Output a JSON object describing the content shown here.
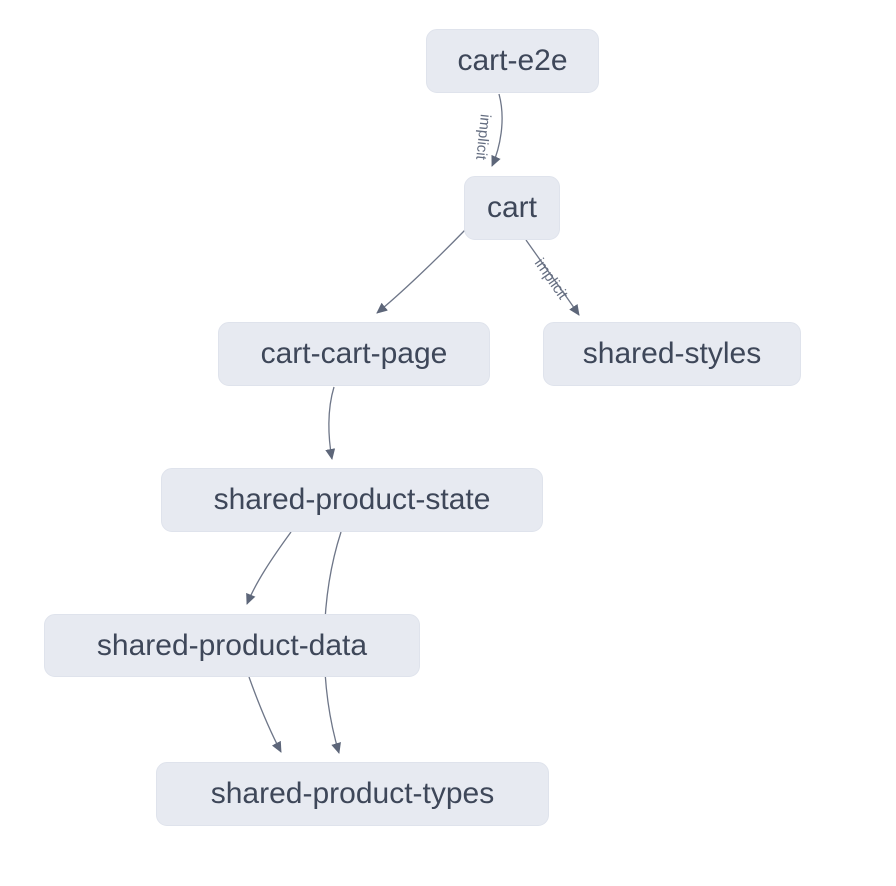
{
  "diagram": {
    "type": "dependency-graph",
    "nodes": [
      {
        "id": "cart-e2e",
        "label": "cart-e2e"
      },
      {
        "id": "cart",
        "label": "cart"
      },
      {
        "id": "cart-cart-page",
        "label": "cart-cart-page"
      },
      {
        "id": "shared-styles",
        "label": "shared-styles"
      },
      {
        "id": "shared-product-state",
        "label": "shared-product-state"
      },
      {
        "id": "shared-product-data",
        "label": "shared-product-data"
      },
      {
        "id": "shared-product-types",
        "label": "shared-product-types"
      }
    ],
    "edges": [
      {
        "from": "cart-e2e",
        "to": "cart",
        "label": "implicit"
      },
      {
        "from": "cart",
        "to": "cart-cart-page",
        "label": ""
      },
      {
        "from": "cart",
        "to": "shared-styles",
        "label": "implicit"
      },
      {
        "from": "cart-cart-page",
        "to": "shared-product-state",
        "label": ""
      },
      {
        "from": "shared-product-state",
        "to": "shared-product-data",
        "label": ""
      },
      {
        "from": "shared-product-state",
        "to": "shared-product-types",
        "label": ""
      },
      {
        "from": "shared-product-data",
        "to": "shared-product-types",
        "label": ""
      }
    ],
    "colors": {
      "background": "#ffffff",
      "node_fill": "#e7eaf1",
      "node_text": "#3e4759",
      "edge_stroke": "#6e7688",
      "edge_label_text": "#646d80"
    }
  }
}
